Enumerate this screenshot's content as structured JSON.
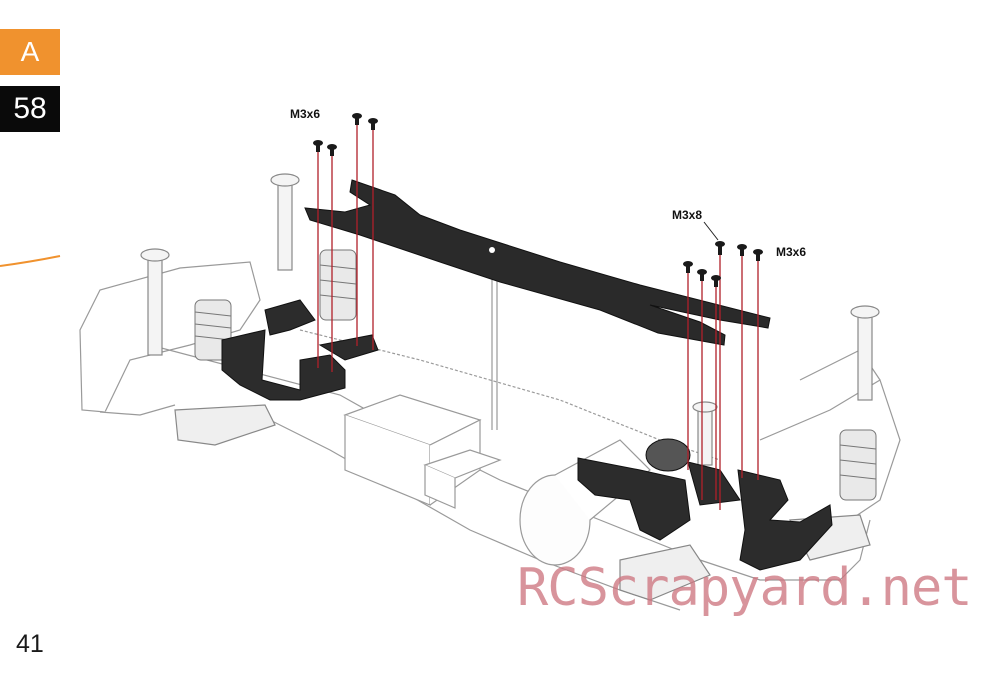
{
  "section_tab": {
    "label": "A",
    "color": "#f0922e"
  },
  "step_tab": {
    "label": "58",
    "color": "#0a0a0a"
  },
  "page_number": "41",
  "callouts": [
    {
      "label": "M3x6"
    },
    {
      "label": "M3x8"
    },
    {
      "label": "M3x6"
    }
  ],
  "watermark": "RCScrapyard.net",
  "colors": {
    "guide_line": "#b0202a",
    "part": "#2a2a2a",
    "chassis_line": "#9a9a9a"
  }
}
